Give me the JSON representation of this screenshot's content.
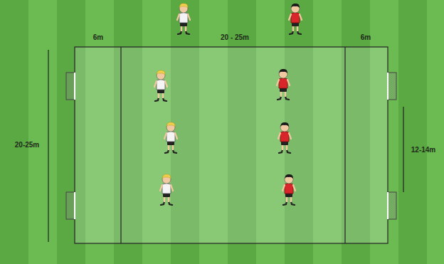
{
  "diagram": {
    "labels": [
      "6m",
      "20 - 25m",
      "6m",
      "20-25m",
      "12-14m"
    ]
  }
}
